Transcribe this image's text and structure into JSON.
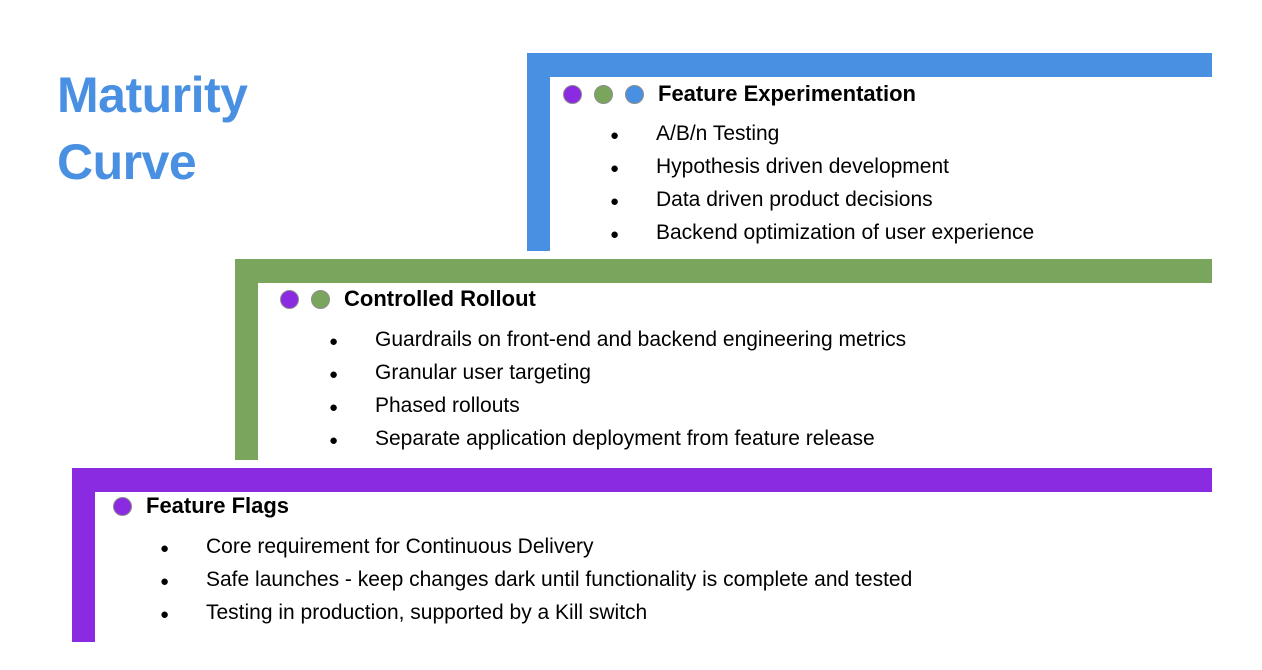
{
  "slide": {
    "title": "Maturity\nCurve",
    "title_color": "#4a90e2",
    "background": "#ffffff"
  },
  "colors": {
    "purple": "#8a2be2",
    "green": "#7aa55c",
    "blue": "#4a90e2",
    "text": "#000000"
  },
  "tiers": [
    {
      "id": "feature-experimentation",
      "title": "Feature Experimentation",
      "bar_color": "#4a90e2",
      "dots": [
        "purple",
        "green",
        "blue"
      ],
      "bullets": [
        "A/B/n Testing",
        "Hypothesis driven development",
        "Data driven product decisions",
        "Backend optimization of user experience"
      ]
    },
    {
      "id": "controlled-rollout",
      "title": "Controlled Rollout",
      "bar_color": "#7aa55c",
      "dots": [
        "purple",
        "green"
      ],
      "bullets": [
        "Guardrails on front-end and backend engineering metrics",
        "Granular user targeting",
        "Phased rollouts",
        "Separate application deployment from feature release"
      ]
    },
    {
      "id": "feature-flags",
      "title": "Feature Flags",
      "bar_color": "#8a2be2",
      "dots": [
        "purple"
      ],
      "bullets": [
        "Core requirement for Continuous Delivery",
        "Safe launches - keep changes dark until functionality is complete and tested",
        "Testing in production, supported by a Kill switch"
      ]
    }
  ],
  "bullet_glyph": "●"
}
